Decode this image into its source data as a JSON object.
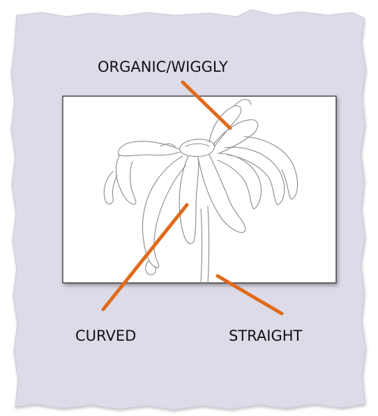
{
  "labels": {
    "organic": "ORGANIC/WIGGLY",
    "curved": "CURVED",
    "straight": "STRAIGHT"
  },
  "colors": {
    "paper": "#dddbe8",
    "paper_edge": "#c9c6d6",
    "leader_line": "#e06a1a",
    "photo_background": "#ffffff",
    "sketch_line": "#8a8a8a"
  }
}
